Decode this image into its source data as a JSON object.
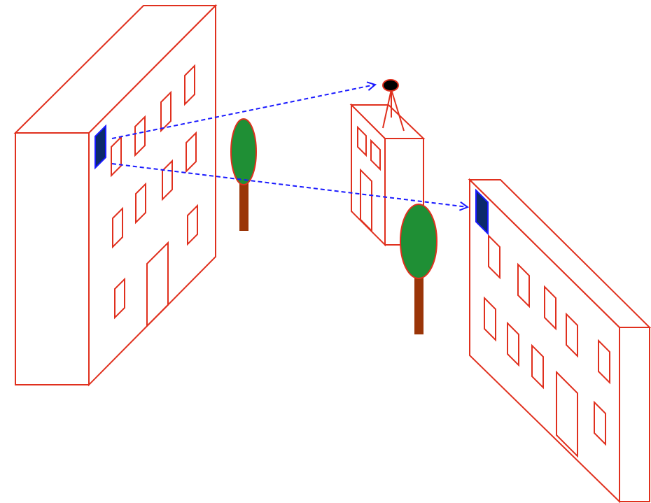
{
  "colors": {
    "outline": "#e0301e",
    "building_fill": "#ffffff",
    "highlight_window": "#0b2a6b",
    "highlight_window_border": "#1a1aff",
    "sightline": "#1a1aff",
    "tree_foliage": "#1f8f35",
    "tree_trunk": "#9a3508",
    "camera_body": "#000000"
  },
  "objects": {
    "buildings": [
      "left-building",
      "center-building",
      "right-building"
    ],
    "trees": [
      "left-tree",
      "center-tree"
    ],
    "camera": "camera-on-tripod",
    "sightlines": [
      "sightline-to-camera",
      "sightline-to-right-building"
    ]
  }
}
